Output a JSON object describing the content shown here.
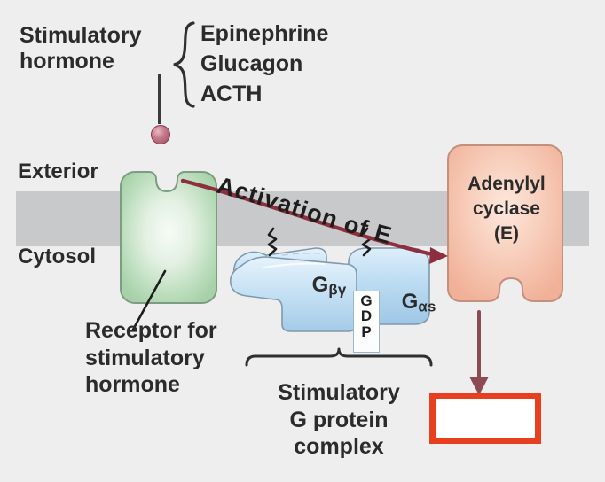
{
  "diagram": {
    "title": "Stimulatory G protein signaling pathway",
    "background_color": "#eeeeee"
  },
  "labels": {
    "stimulatory_hormone": "Stimulatory\nhormone",
    "exterior": "Exterior",
    "cytosol": "Cytosol",
    "receptor_caption": "Receptor for\nstimulatory\nhormone",
    "g_protein_caption": "Stimulatory\nG protein\ncomplex",
    "activation_of_e": "Activation of E"
  },
  "hormones": {
    "items": [
      "Epinephrine",
      "Glucagon",
      "ACTH"
    ]
  },
  "receptor": {
    "fill_color": "#bcdcbc",
    "border_color": "#7d9c81"
  },
  "adenylyl_cyclase": {
    "line1": "Adenylyl",
    "line2": "cyclase",
    "line3": "(E)",
    "fill_color": "#f5c2ab",
    "border_color": "#c2907c"
  },
  "g_protein": {
    "beta_gamma": {
      "main": "G",
      "subscript": "βγ"
    },
    "alpha_s": {
      "main": "G",
      "subscript": "αs"
    },
    "nucleotide": {
      "letters": [
        "G",
        "D",
        "P"
      ]
    },
    "fill_color": "#b8d9ef",
    "border_color": "#7f99ad"
  },
  "membrane": {
    "color": "#c8c9cb"
  },
  "arrows": {
    "activation_arrow_color": "#8e2f3f",
    "downstream_arrow_color": "#8e4a52"
  },
  "answer_box": {
    "value": "",
    "border_color": "#e8401f",
    "fill_color": "#ffffff"
  }
}
